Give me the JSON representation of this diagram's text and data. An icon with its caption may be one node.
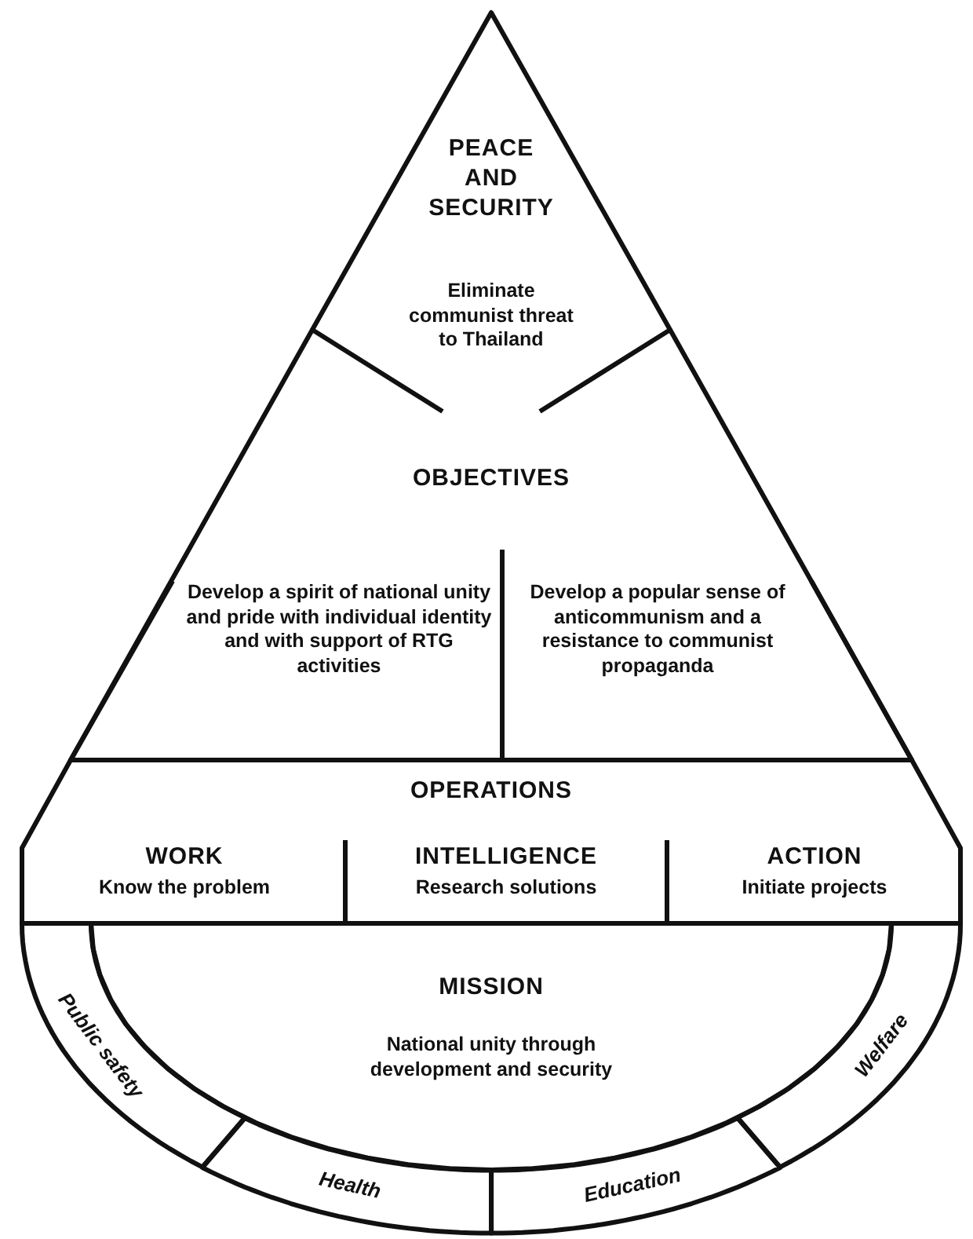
{
  "diagram": {
    "nodes": [
      {
        "text": [
          "PEACE AND SECURITY",
          "Eliminate communist threat to Thailand"
        ]
      },
      {
        "text": [
          "OBJECTIVES"
        ]
      },
      {
        "text": [
          "Develop a spirit of national unity and pride with individual identity and with support of RTG activities"
        ],
        "in": 1
      },
      {
        "text": [
          "Develop a popular sense of anticommunism and a resistance to communist propaganda"
        ],
        "in": 1
      },
      {
        "text": [
          "OPERATIONS"
        ]
      },
      {
        "text": [
          "WORK",
          "Know the problem"
        ],
        "in": 4
      },
      {
        "text": [
          "INTELLIGENCE",
          "Research solutions"
        ],
        "in": 4
      },
      {
        "text": [
          "ACTION",
          "Initiate projects"
        ],
        "in": 4
      },
      {
        "text": [
          "MISSION",
          "National unity through development and security"
        ]
      },
      {
        "text": [
          "Public safety"
        ]
      },
      {
        "text": [
          "Health"
        ]
      },
      {
        "text": [
          "Education"
        ]
      },
      {
        "text": [
          "Welfare"
        ]
      }
    ]
  }
}
